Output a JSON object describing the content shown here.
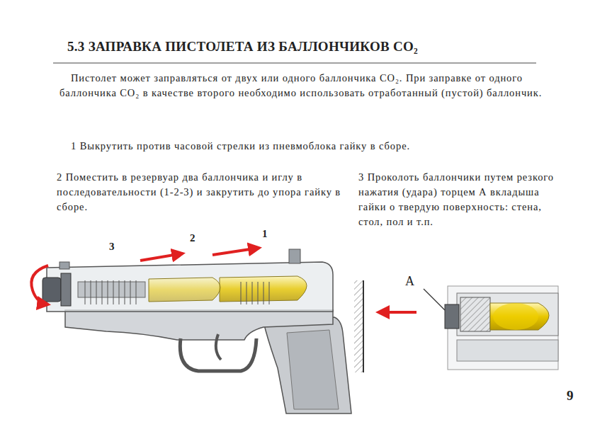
{
  "diagram": {
    "title": "5.3 ЗАПРАВКА ПИСТОЛЕТА ИЗ БАЛЛОНЧИКОВ CO₂",
    "labels": [
      "Пистолет может заправляться от двух или одного баллончика CO₂. При заправке от одного баллончика CO₂ в качестве второго необходимо использовать отработанный (пустой) баллончик.",
      "1 Выкрутить против часовой стрелки из пневмоблока гайку в сборе.",
      "2 Поместить в резервуар два баллончика и иглу в последовательности (1-2-3) и закрутить до упора гайку в сборе.",
      "3 Проколоть баллончики путем резкого нажатия (удара) торцем А вкладыша гайки о твердую поверхность: стена, стол, пол и т.п.",
      "3",
      "2",
      "1",
      "А",
      "9"
    ]
  }
}
